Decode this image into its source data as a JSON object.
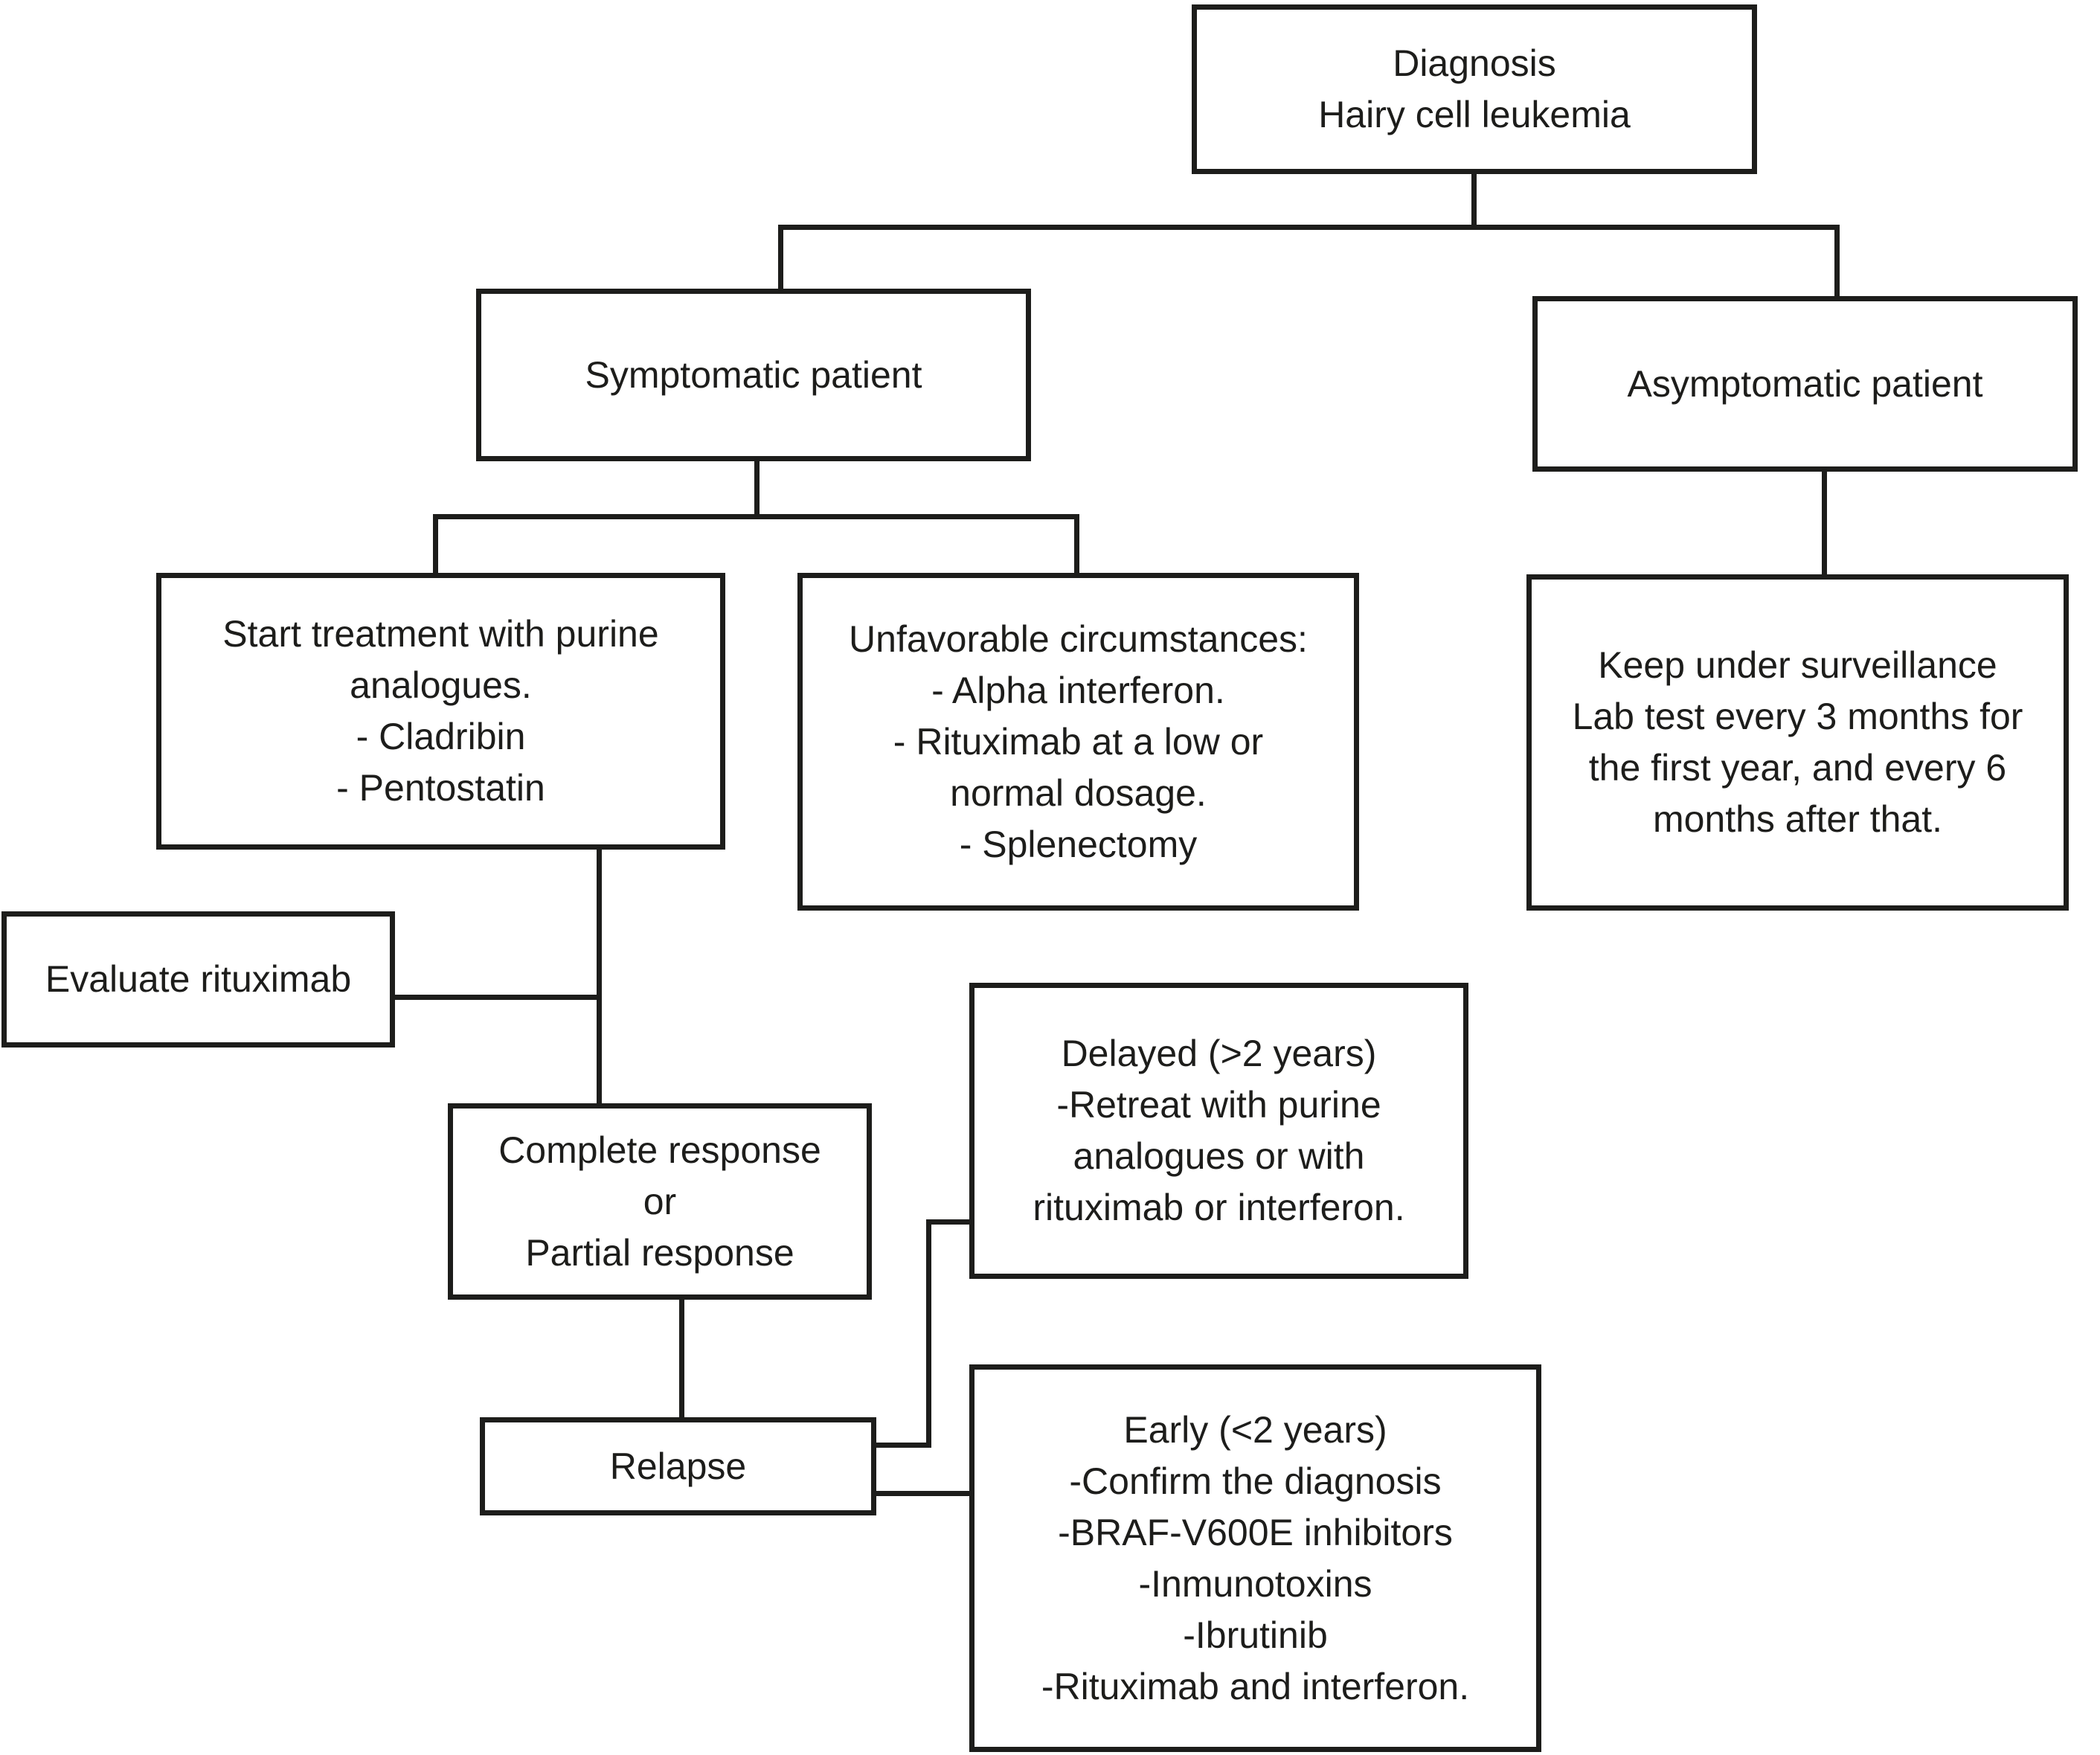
{
  "diagram": {
    "type": "flowchart",
    "colors": {
      "line": "#1d1d1b",
      "background": "#ffffff",
      "text": "#1d1d1b"
    }
  },
  "nodes": {
    "diagnosis": {
      "text": "Diagnosis\nHairy cell leukemia"
    },
    "symptomatic": {
      "text": "Symptomatic patient"
    },
    "asymptomatic": {
      "text": "Asymptomatic patient"
    },
    "start_treatment": {
      "text": "Start treatment with purine\nanalogues.\n- Cladribin\n- Pentostatin"
    },
    "unfavorable": {
      "text": "Unfavorable circumstances:\n- Alpha interferon.\n- Rituximab at a low or\nnormal dosage.\n- Splenectomy"
    },
    "surveillance": {
      "text": "Keep under surveillance\nLab test every 3 months for\nthe first year, and every 6\nmonths after that."
    },
    "evaluate_rituximab": {
      "text": "Evaluate rituximab"
    },
    "complete_response": {
      "text": "Complete response\nor\nPartial response"
    },
    "delayed": {
      "text": "Delayed (>2 years)\n-Retreat with purine\nanalogues or with\nrituximab or interferon."
    },
    "relapse": {
      "text": "Relapse"
    },
    "early": {
      "text": "Early (<2 years)\n-Confirm the diagnosis\n-BRAF-V600E inhibitors\n-Inmunotoxins\n-Ibrutinib\n-Rituximab and interferon."
    }
  },
  "edges": [
    "diagnosis -> symptomatic",
    "diagnosis -> asymptomatic",
    "symptomatic -> start_treatment",
    "symptomatic -> unfavorable",
    "asymptomatic -> surveillance",
    "start_treatment -> complete_response",
    "evaluate_rituximab -> start_treatment/complete_response line",
    "complete_response -> relapse",
    "relapse -> delayed",
    "relapse -> early"
  ]
}
